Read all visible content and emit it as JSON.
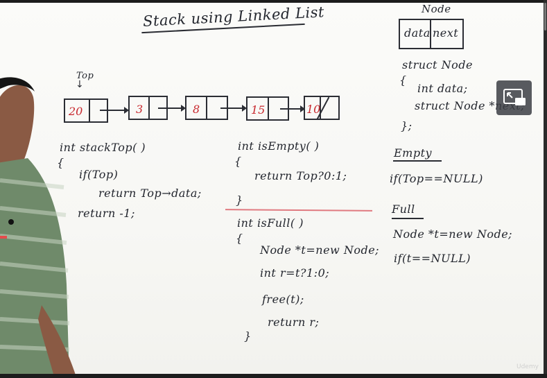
{
  "board": {
    "title": "Stack using Linked List",
    "node_label": "Node",
    "node_fields": [
      "data",
      "next"
    ],
    "top_label": "Top",
    "top_arrow": "↓",
    "list_values": [
      "20",
      "3",
      "8",
      "15",
      "10"
    ],
    "struct_code": [
      "struct Node",
      "{",
      "int data;",
      "struct Node *next;",
      "};"
    ],
    "stacktop_code": [
      "int stackTop( )",
      "{",
      "if(Top)",
      "return Top→data;",
      "return -1;"
    ],
    "isempty_code": [
      "int isEmpty( )",
      "{",
      "return Top?0:1;",
      "}"
    ],
    "isfull_code": [
      "int isFull( )",
      "{",
      "Node *t=new Node;",
      "int r=t?1:0;",
      "free(t);",
      "return r;",
      "}"
    ],
    "empty_heading": "Empty",
    "empty_code": [
      "if(Top==NULL)"
    ],
    "full_heading": "Full",
    "full_code": [
      "Node *t=new Node;",
      "if(t==NULL)"
    ]
  },
  "overlay": {
    "pip_icon": "picture-in-picture-icon",
    "watermark": "Udemy"
  },
  "colors": {
    "ink": "#23262e",
    "red_ink": "#c8282e",
    "whiteboard": "#f9f9f6"
  }
}
